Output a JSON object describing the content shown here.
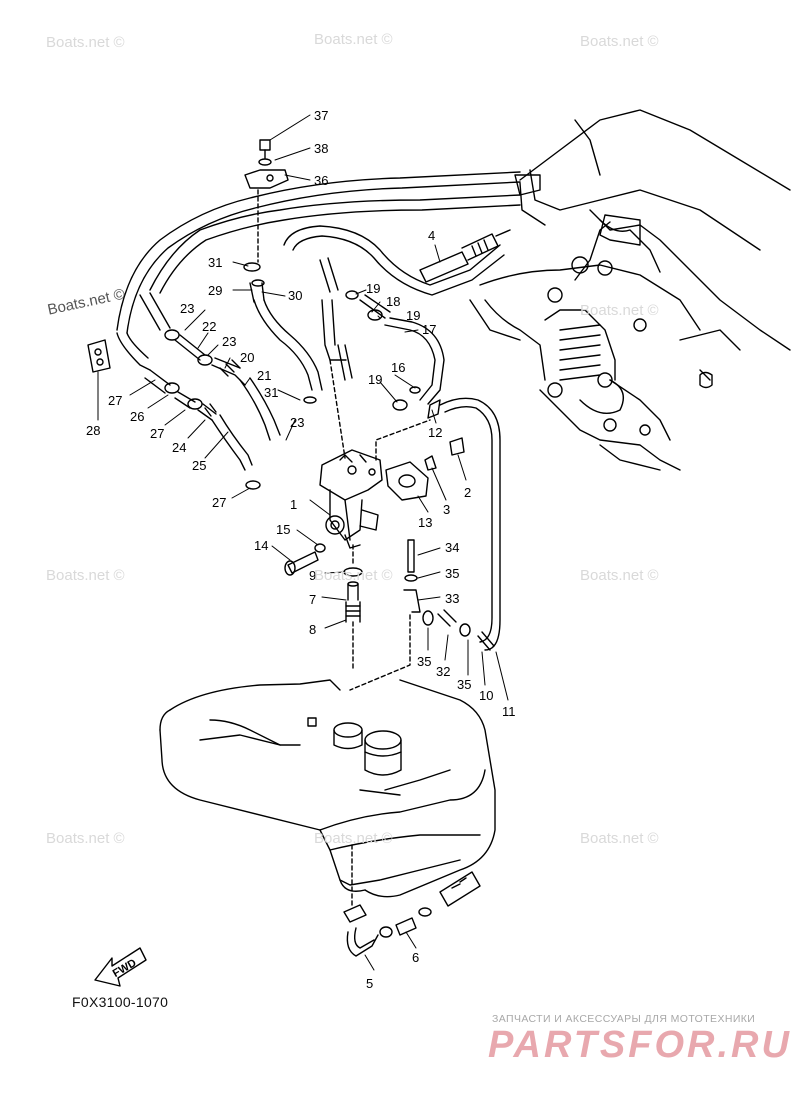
{
  "watermarks": [
    {
      "text": "Boats.net ©"
    },
    {
      "text": "Boats.net ©"
    },
    {
      "text": "Boats.net ©"
    },
    {
      "text": "Boats.net ©"
    },
    {
      "text": "Boats.net ©"
    },
    {
      "text": "Boats.net ©"
    },
    {
      "text": "Boats.net ©"
    },
    {
      "text": "Boats.net ©"
    },
    {
      "text": "Boats.net ©"
    },
    {
      "text": "Boats.net ©"
    },
    {
      "text": "Boats.net ©"
    }
  ],
  "figure_code": "F0X3100-1070",
  "fwd_label": "FWD",
  "brand": {
    "tagline": "ЗАПЧАСТИ И АКСЕССУАРЫ ДЛЯ МОТОТЕХНИКИ",
    "name": "PARTSFOR.RU"
  },
  "callouts": [
    "37",
    "38",
    "36",
    "4",
    "31",
    "29",
    "30",
    "19",
    "18",
    "19",
    "17",
    "23",
    "22",
    "23",
    "20",
    "21",
    "16",
    "27",
    "26",
    "27",
    "24",
    "31",
    "19",
    "23",
    "28",
    "12",
    "25",
    "2",
    "3",
    "13",
    "27",
    "1",
    "15",
    "14",
    "34",
    "9",
    "35",
    "7",
    "33",
    "8",
    "35",
    "32",
    "35",
    "10",
    "11",
    "6",
    "5"
  ],
  "colors": {
    "line": "#000000",
    "watermark": "#d9d9d9",
    "brand": "#e8a8ae"
  }
}
